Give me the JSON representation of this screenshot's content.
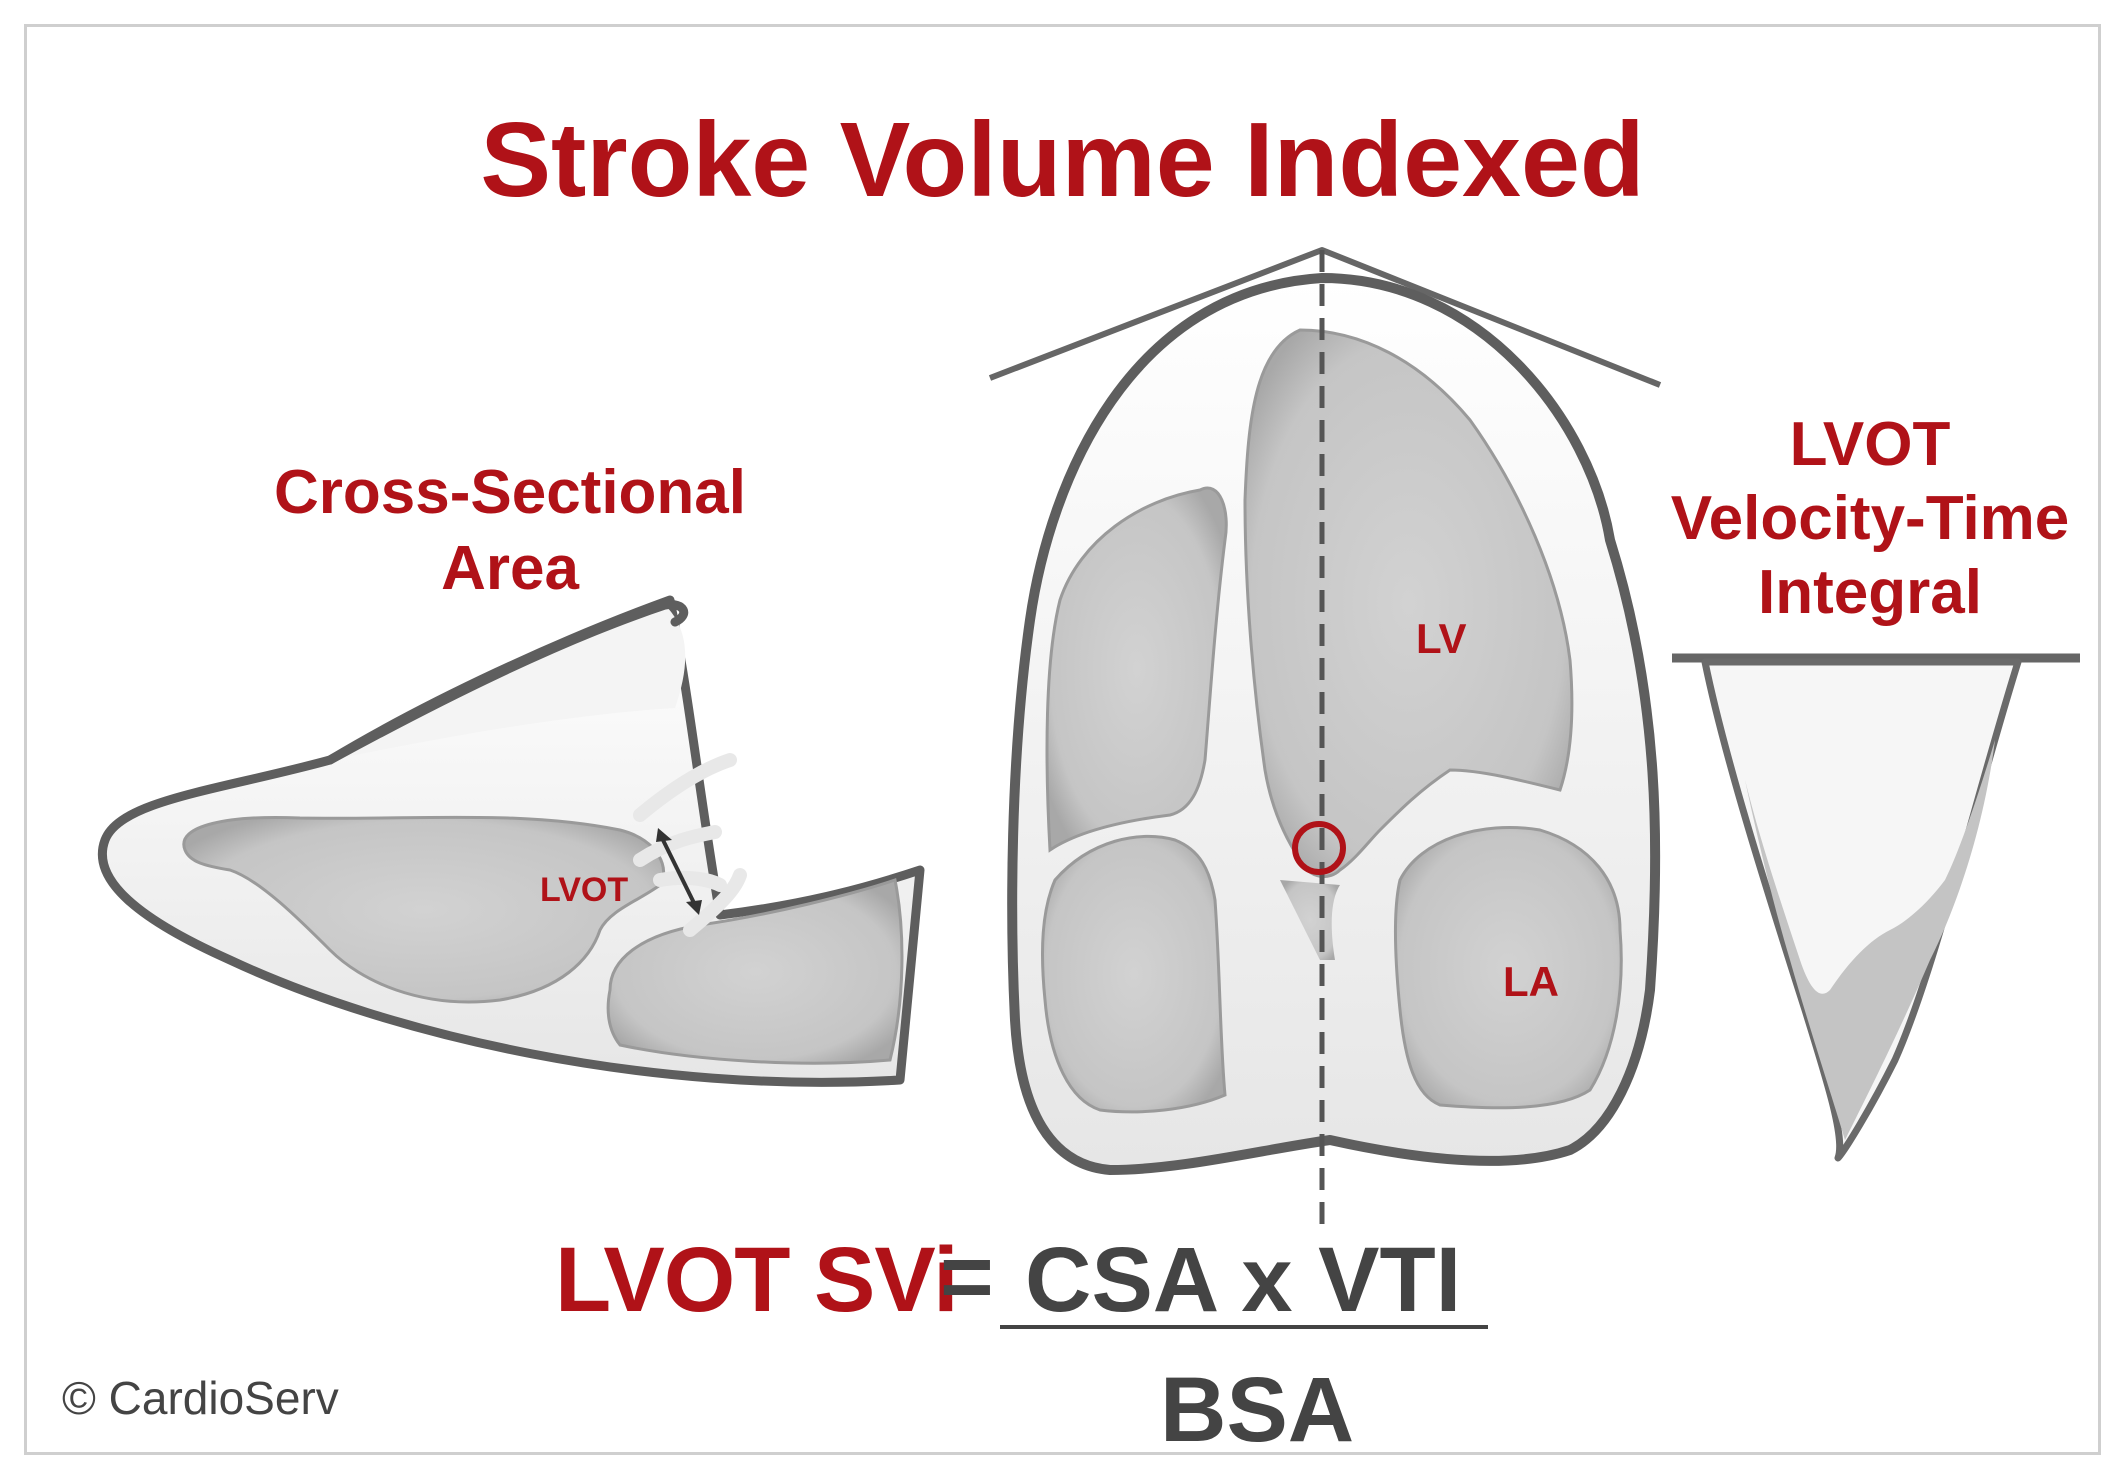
{
  "title": "Stroke Volume Indexed",
  "labels": {
    "csa_line1": "Cross-Sectional",
    "csa_line2": "Area",
    "lvot_small": "LVOT",
    "vti_line1": "LVOT",
    "vti_line2": "Velocity-Time",
    "vti_line3": "Integral",
    "lv": "LV",
    "la": "LA"
  },
  "formula": {
    "lhs": "LVOT SVi",
    "equals": "=",
    "numerator": "CSA x VTI",
    "denominator": "BSA"
  },
  "copyright": "© CardioServ",
  "colors": {
    "accent_red": "#b01218",
    "dark_gray": "#444444",
    "chamber_fill": "#cacaca",
    "wall_fill": "#f4f4f4",
    "outline": "#5e5e5e"
  }
}
